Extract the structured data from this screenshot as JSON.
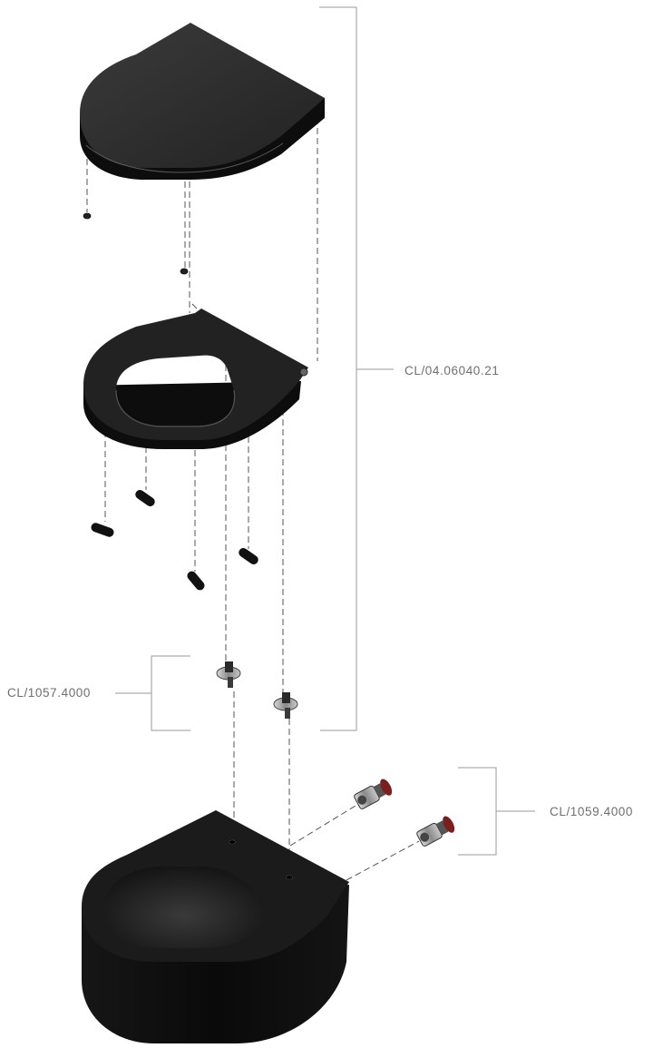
{
  "labels": {
    "seat_assembly": "CL/04.06040.21",
    "buffer_set": "CL/1057.4000",
    "wall_fixing_set": "CL/1059.4000"
  },
  "colors": {
    "part_fill": "#1e1e1e",
    "part_side": "#0d0d0d",
    "part_highlight": "#3a3a3a",
    "metal": "#9a9a9a",
    "cap_red": "#7a1e1e",
    "leader_line": "#9a9a9a",
    "label_text": "#6e6e6e"
  }
}
